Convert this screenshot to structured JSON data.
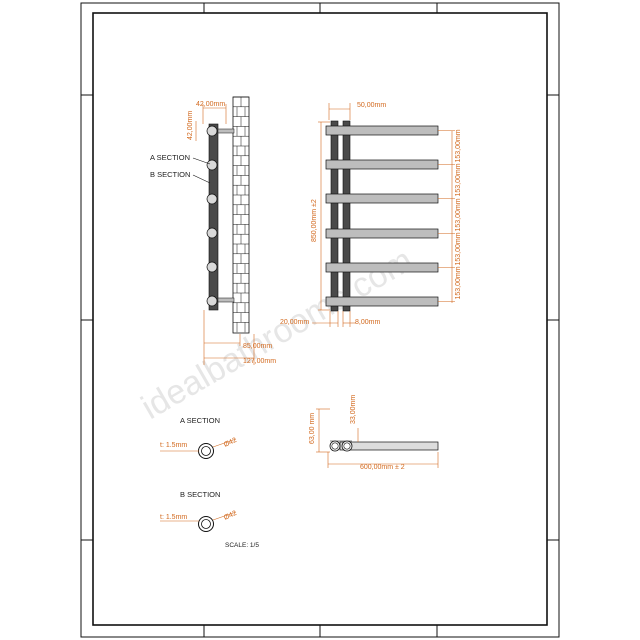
{
  "colors": {
    "dimension": "#d2691e",
    "rail_dark": "#4a4a4a",
    "rail_light": "#bdbdbd",
    "line": "#111111"
  },
  "watermark": "idealbathrooms.com",
  "side_view": {
    "width_dim": "42,00mm",
    "height_dim": "42,00mm",
    "a_section": "A SECTION",
    "b_section": "B SECTION",
    "depth_dim": "85,00mm",
    "total_depth_dim": "127,00mm"
  },
  "front_view": {
    "top_dim": "50,00mm",
    "height_dim": "850,00mm ±2",
    "spacing_dims": [
      "153,00mm",
      "153,00mm",
      "153,00mm",
      "153,00mm",
      "153,00mm"
    ],
    "left_gap_dim": "20,00mm",
    "right_gap_dim": "8,00mm"
  },
  "top_view": {
    "height_dim": "63,00 mm",
    "tube_dim": "33,00mm",
    "width_dim": "600,00mm ± 2"
  },
  "section_a": {
    "title": "A SECTION",
    "thickness": "t: 1.5mm",
    "diameter": "Ø42"
  },
  "section_b": {
    "title": "B SECTION",
    "thickness": "t: 1.5mm",
    "diameter": "Ø42"
  },
  "scale": "SCALE: 1/5"
}
